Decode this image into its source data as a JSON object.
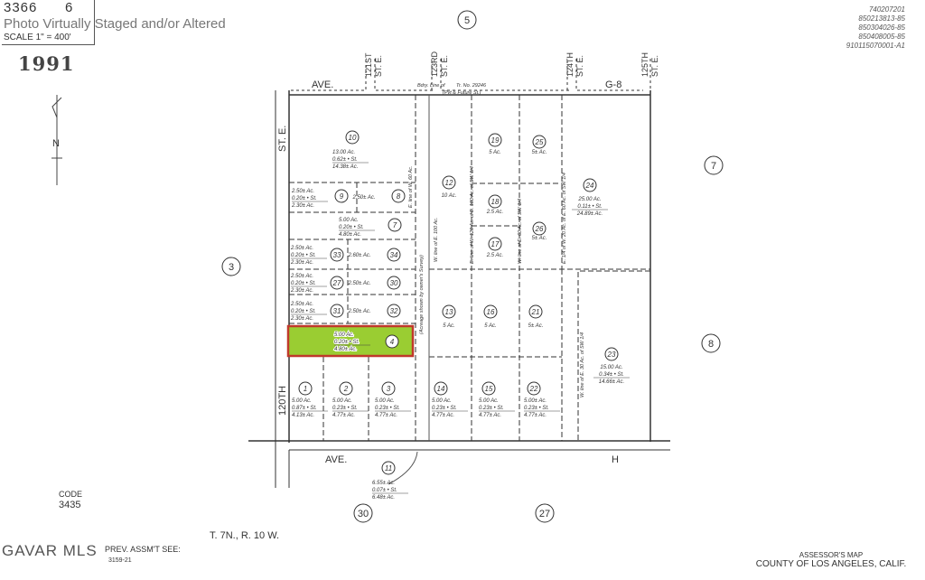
{
  "header": {
    "map_book": "3366",
    "map_page": "6",
    "scale": "SCALE 1\" = 400'",
    "year": "1991",
    "watermark": "Photo Virtually Staged and/or Altered"
  },
  "reference_codes": [
    "740207201",
    "850213813-85",
    "850304026-85",
    "850408005-85",
    "910115070001-A1"
  ],
  "streets": {
    "ave_top": "AVE.",
    "ave_top_name": "G-8",
    "ave_bottom": "AVE.",
    "ave_bottom_name": "H",
    "st_120": "120TH",
    "st_121": "121ST",
    "st_123": "123RD",
    "st_124": "124TH",
    "st_125": "125TH",
    "st_e": "ST. E.",
    "st_e_left": "ST. E."
  },
  "annotations": {
    "bdry": "Bdry. Line of",
    "tract": "Tr. No. 29246",
    "pvt": "(Pvt & Future St.)",
    "acreage_survey": "(Acreage shown by owner's Survey)",
    "w_line_100": "W. line of E. 100 Ac.",
    "e_line_60": "E. line of W. 60 Ac.",
    "e_line_120": "E. line of W. 120 Ac. of E. 100 Ac. of SW 1/4",
    "w_line_60": "W. line of E. 60 Ac. of SW 1/4",
    "e_line_20": "E. 1/4 of W. 20 Ac. of E. 60 Ac. of SW 1/4",
    "w_line_30": "W. line of E. 30 Ac. of SW 1/4"
  },
  "adjacent_maps": [
    "3",
    "5",
    "7",
    "8",
    "30",
    "27"
  ],
  "selected_parcel": "4",
  "highlight_color": "#9acd32",
  "highlight_border": "#c0392b",
  "parcels": {
    "10": [
      "13.00 Ac.",
      "0.62± • St.",
      "14.38± Ac."
    ],
    "9": [
      "2.50± Ac.",
      "0.20± • St.",
      "2.30± Ac."
    ],
    "8": [
      "2.50± Ac."
    ],
    "7": [
      "5.00 Ac.",
      "0.20± • St.",
      "4.80± Ac."
    ],
    "33": [
      "2.50± Ac.",
      "0.20± • St.",
      "2.30± Ac."
    ],
    "34": [
      "2.60± Ac."
    ],
    "27": [
      "2.50± Ac.",
      "0.20± • St.",
      "2.30± Ac."
    ],
    "30": [
      "2.50± Ac."
    ],
    "31": [
      "2.50± Ac.",
      "0.20± • St.",
      "2.30± Ac."
    ],
    "32": [
      "2.50± Ac."
    ],
    "4": [
      "5.00 Ac.",
      "0.20± • St.",
      "4.80± Ac."
    ],
    "1": [
      "5.00 Ac.",
      "0.87± • St.",
      "4.13± Ac."
    ],
    "2": [
      "5.00 Ac.",
      "0.23± • St.",
      "4.77± Ac."
    ],
    "3": [
      "5.00 Ac.",
      "0.23± • St.",
      "4.77± Ac."
    ],
    "11": [
      "6.55± Ac.",
      "0.07± • St.",
      "6.48± Ac."
    ],
    "12": [
      "10 Ac."
    ],
    "19": [
      "5 Ac."
    ],
    "25": [
      "5± Ac."
    ],
    "18": [
      "2.5 Ac."
    ],
    "17": [
      "2.5 Ac."
    ],
    "26": [
      "5± Ac."
    ],
    "24": [
      "25.00 Ac.",
      "0.11± • St.",
      "24.89± Ac."
    ],
    "13": [
      "5 Ac."
    ],
    "16": [
      "5 Ac."
    ],
    "21": [
      "5± Ac."
    ],
    "14": [
      "5.00 Ac.",
      "0.23± • St.",
      "4.77± Ac."
    ],
    "15": [
      "5.00 Ac.",
      "0.23± • St.",
      "4.77± Ac."
    ],
    "22": [
      "5.00± Ac.",
      "0.23± • St.",
      "4.77± Ac."
    ],
    "23": [
      "15.00 Ac.",
      "0.34± • St.",
      "14.66± Ac."
    ]
  },
  "footer": {
    "code_label": "CODE",
    "code": "3435",
    "township": "T. 7N., R. 10 W.",
    "prev_label": "PREV. ASSM'T SEE:",
    "prev_ref": "3159-21",
    "logo": "GAVAR MLS",
    "map_title": "ASSESSOR'S MAP",
    "county": "COUNTY OF LOS ANGELES, CALIF."
  }
}
